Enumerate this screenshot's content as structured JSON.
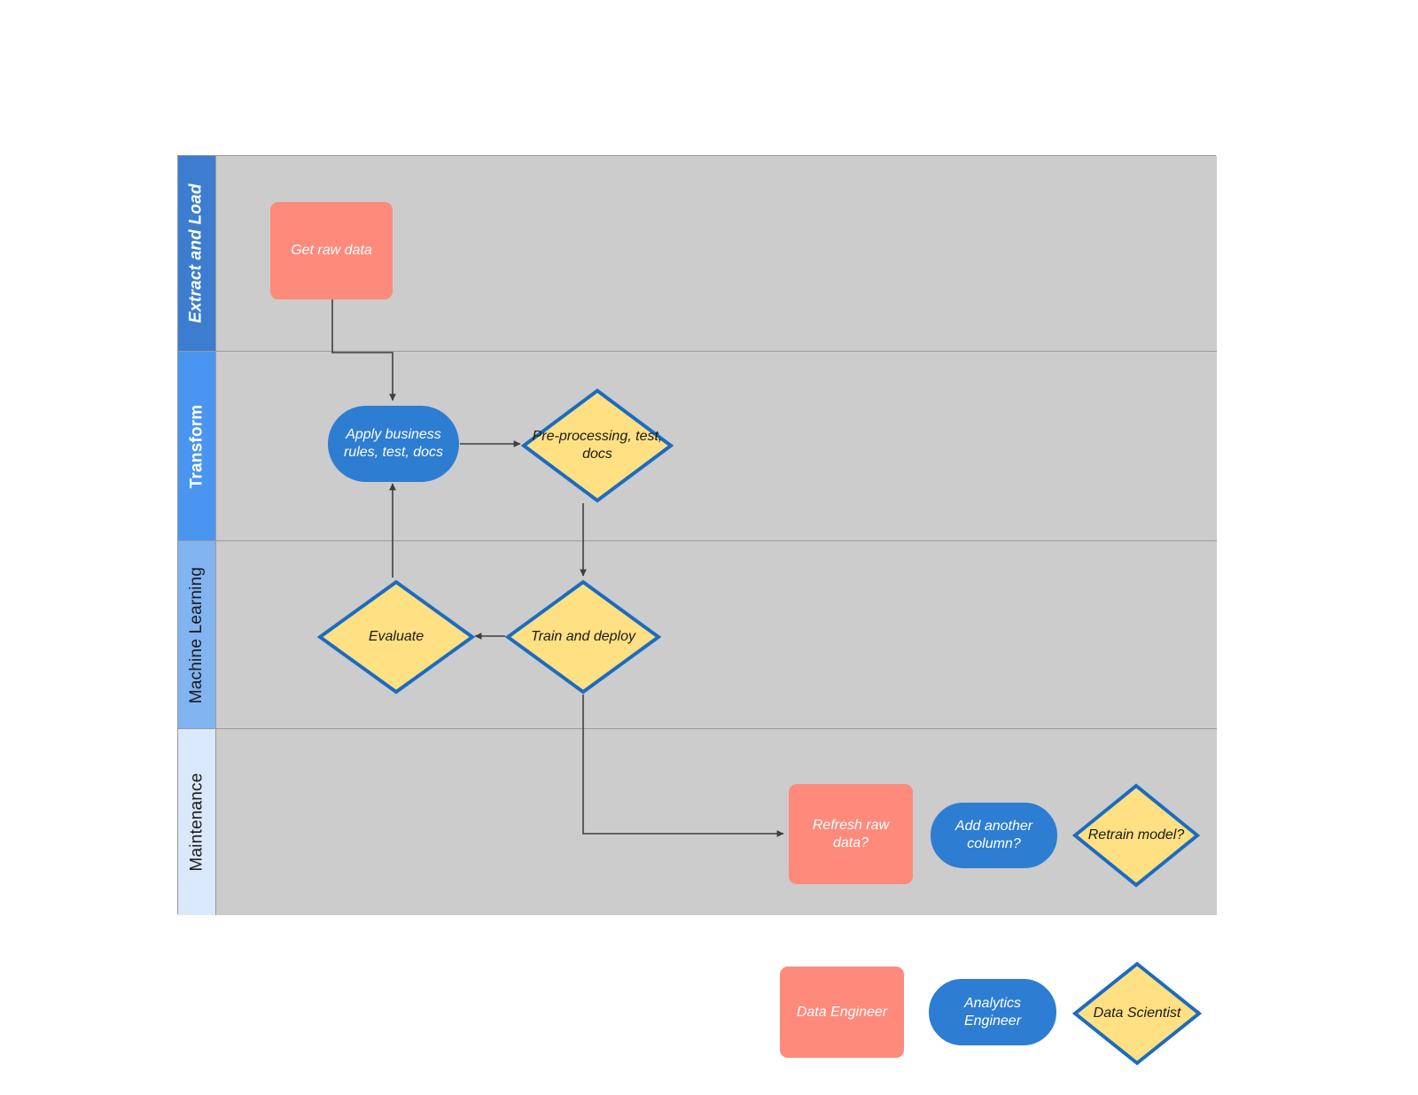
{
  "diagram": {
    "type": "swimlane-flowchart",
    "title": "",
    "palette": {
      "lane_body": "#cccccc",
      "lane_border": "#9a9a9a",
      "data_engineer": "#fd8a7b",
      "analytics_engineer": "#2d7dd2",
      "data_scientist": "#ffe082",
      "diamond_stroke": "#1b6cc0",
      "connector": "#3f3f3f"
    }
  },
  "lanes": [
    {
      "id": "extract-and-load",
      "label": "Extract and Load",
      "header_color": "#3d7dd0",
      "text_color": "#ffffff"
    },
    {
      "id": "transform",
      "label": "Transform",
      "header_color": "#4a95f0",
      "text_color": "#ffffff"
    },
    {
      "id": "machine-learning",
      "label": "Machine Learning",
      "header_color": "#82b4f2",
      "text_color": "#1a1a1a"
    },
    {
      "id": "maintenance",
      "label": "Maintenance",
      "header_color": "#d9e8fb",
      "text_color": "#1a1a1a"
    }
  ],
  "nodes": [
    {
      "id": "get-raw-data",
      "label": "Get raw data",
      "shape": "rect",
      "role": "Data Engineer",
      "lane": "Extract and Load"
    },
    {
      "id": "apply-business-rules",
      "label": "Apply business rules, test, docs",
      "shape": "pill",
      "role": "Analytics Engineer",
      "lane": "Transform"
    },
    {
      "id": "pre-processing",
      "label": "Pre-processing, test, docs",
      "shape": "diamond",
      "role": "Data Scientist",
      "lane": "Transform"
    },
    {
      "id": "evaluate",
      "label": "Evaluate",
      "shape": "diamond",
      "role": "Data Scientist",
      "lane": "Machine Learning"
    },
    {
      "id": "train-and-deploy",
      "label": "Train and deploy",
      "shape": "diamond",
      "role": "Data Scientist",
      "lane": "Machine Learning"
    },
    {
      "id": "refresh-raw-data",
      "label": "Refresh raw data?",
      "shape": "rect",
      "role": "Data Engineer",
      "lane": "Maintenance"
    },
    {
      "id": "add-another-column",
      "label": "Add another column?",
      "shape": "pill",
      "role": "Analytics Engineer",
      "lane": "Maintenance"
    },
    {
      "id": "retrain-model",
      "label": "Retrain model?",
      "shape": "diamond",
      "role": "Data Scientist",
      "lane": "Maintenance"
    }
  ],
  "edges": [
    {
      "from": "get-raw-data",
      "to": "apply-business-rules",
      "label": ""
    },
    {
      "from": "apply-business-rules",
      "to": "pre-processing",
      "label": ""
    },
    {
      "from": "pre-processing",
      "to": "train-and-deploy",
      "label": ""
    },
    {
      "from": "train-and-deploy",
      "to": "evaluate",
      "label": ""
    },
    {
      "from": "evaluate",
      "to": "apply-business-rules",
      "label": ""
    },
    {
      "from": "train-and-deploy",
      "to": "refresh-raw-data",
      "label": ""
    }
  ],
  "legend": {
    "items": [
      {
        "id": "legend-data-engineer",
        "label": "Data Engineer",
        "shape": "rect",
        "color": "#fd8a7b"
      },
      {
        "id": "legend-analytics-engineer",
        "label": "Analytics Engineer",
        "shape": "pill",
        "color": "#2d7dd2"
      },
      {
        "id": "legend-data-scientist",
        "label": "Data Scientist",
        "shape": "diamond",
        "color": "#ffe082"
      }
    ]
  }
}
